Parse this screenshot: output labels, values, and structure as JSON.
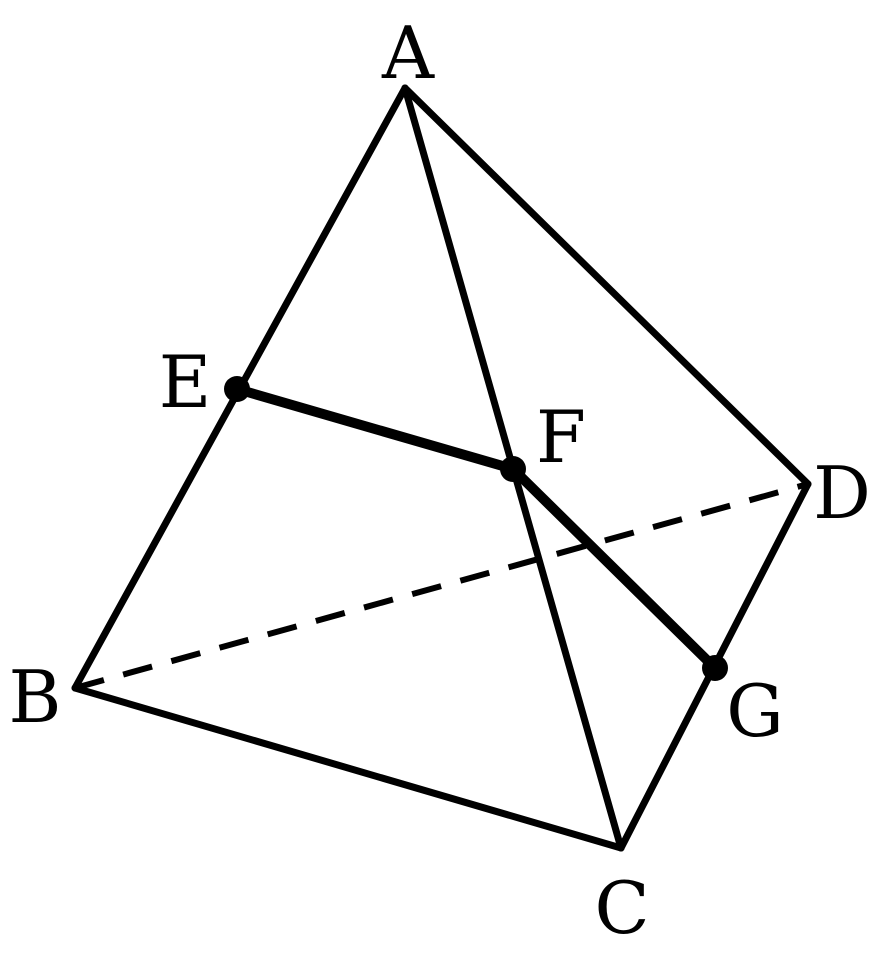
{
  "diagram": {
    "labels": {
      "A": "A",
      "B": "B",
      "C": "C",
      "D": "D",
      "E": "E",
      "F": "F",
      "G": "G"
    },
    "colors": {
      "stroke": "#000000",
      "background": "#ffffff"
    }
  }
}
